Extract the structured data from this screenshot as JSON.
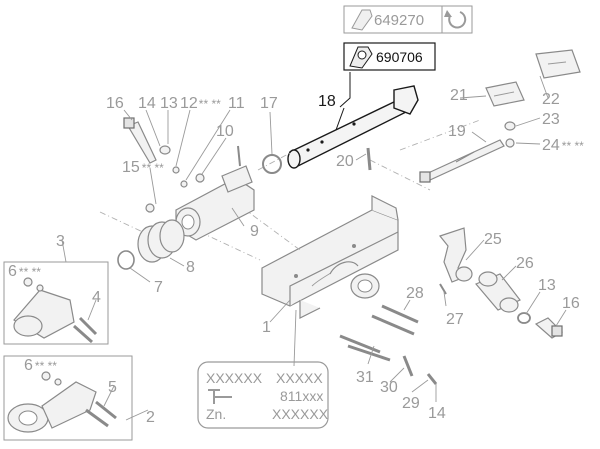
{
  "reference_boxes": {
    "old_part": "649270",
    "new_part": "690706"
  },
  "plate": {
    "line1_left": "XXXXXX",
    "line1_right": "XXXXX",
    "line2_right": "811xxx",
    "line3_left": "Zn.",
    "line3_right": "XXXXXX"
  },
  "callouts": [
    {
      "id": "c1",
      "label": "1"
    },
    {
      "id": "c2",
      "label": "2"
    },
    {
      "id": "c3",
      "label": "3"
    },
    {
      "id": "c4",
      "label": "4"
    },
    {
      "id": "c5",
      "label": "5"
    },
    {
      "id": "c6a",
      "label": "6",
      "stars": "** **"
    },
    {
      "id": "c6b",
      "label": "6",
      "stars": "** **"
    },
    {
      "id": "c7",
      "label": "7"
    },
    {
      "id": "c8",
      "label": "8"
    },
    {
      "id": "c9",
      "label": "9"
    },
    {
      "id": "c10",
      "label": "10"
    },
    {
      "id": "c11",
      "label": "11"
    },
    {
      "id": "c12",
      "label": "12",
      "stars": "** **"
    },
    {
      "id": "c13a",
      "label": "13"
    },
    {
      "id": "c13b",
      "label": "13"
    },
    {
      "id": "c14a",
      "label": "14"
    },
    {
      "id": "c14b",
      "label": "14"
    },
    {
      "id": "c15",
      "label": "15",
      "stars": "** **"
    },
    {
      "id": "c16a",
      "label": "16"
    },
    {
      "id": "c16b",
      "label": "16"
    },
    {
      "id": "c17",
      "label": "17"
    },
    {
      "id": "c18",
      "label": "18"
    },
    {
      "id": "c19",
      "label": "19"
    },
    {
      "id": "c20",
      "label": "20"
    },
    {
      "id": "c21",
      "label": "21"
    },
    {
      "id": "c22",
      "label": "22"
    },
    {
      "id": "c23",
      "label": "23"
    },
    {
      "id": "c24",
      "label": "24",
      "stars": "** **"
    },
    {
      "id": "c25",
      "label": "25"
    },
    {
      "id": "c26",
      "label": "26"
    },
    {
      "id": "c27",
      "label": "27"
    },
    {
      "id": "c28",
      "label": "28"
    },
    {
      "id": "c29",
      "label": "29"
    },
    {
      "id": "c30",
      "label": "30"
    },
    {
      "id": "c31",
      "label": "31"
    }
  ],
  "icons": {
    "old_part": "tube-end-icon",
    "rotate": "rotate-arrow-icon",
    "new_part": "tube-end-icon"
  },
  "colors": {
    "highlight": "#1a1a1a",
    "normal": "#9a9a9a"
  }
}
